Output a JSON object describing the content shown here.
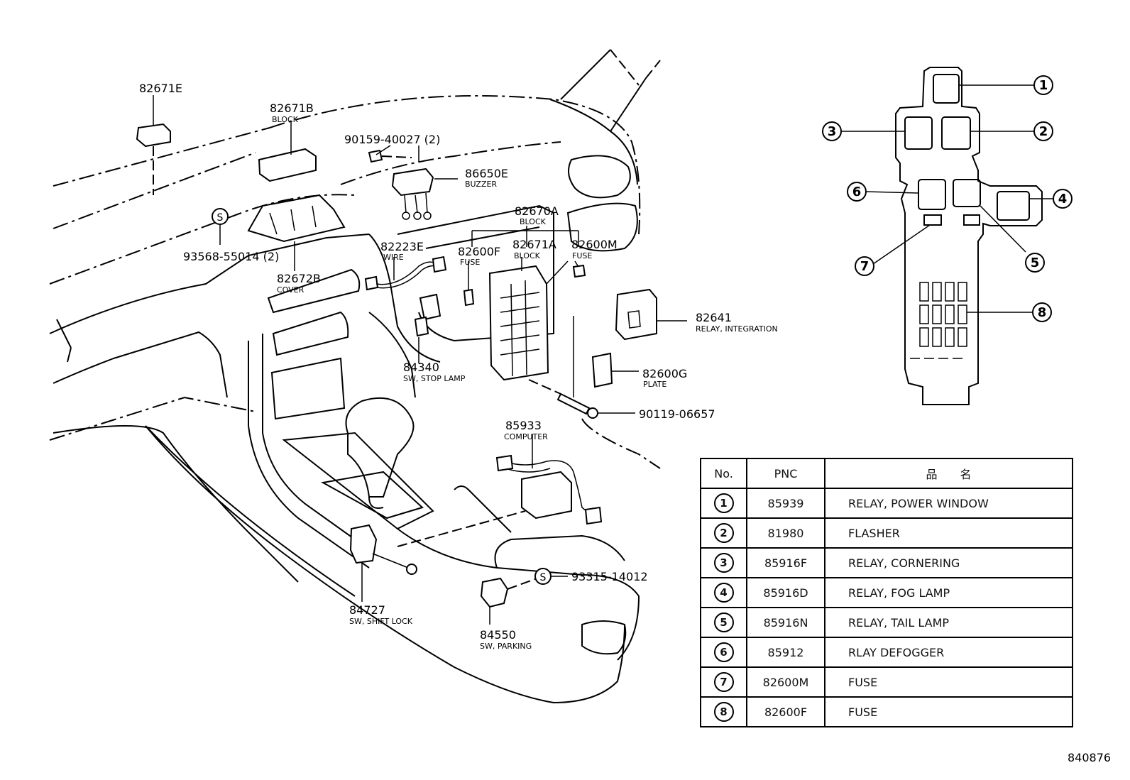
{
  "labels": {
    "p82671E": {
      "pnc": "82671E"
    },
    "p82671B": {
      "pnc": "82671B",
      "desc": "BLOCK"
    },
    "p90159": {
      "pnc": "90159-40027 (2)"
    },
    "p86650E": {
      "pnc": "86650E",
      "desc": "BUZZER"
    },
    "p93568": {
      "pnc": "93568-55014 (2)"
    },
    "p82672B": {
      "pnc": "82672B",
      "desc": "COVER"
    },
    "p82223E": {
      "pnc": "82223E",
      "desc": "WIRE"
    },
    "p82670A": {
      "pnc": "82670A",
      "desc": "BLOCK"
    },
    "p82600F": {
      "pnc": "82600F",
      "desc": "FUSE"
    },
    "p82671A": {
      "pnc": "82671A",
      "desc": "BLOCK"
    },
    "p82600M": {
      "pnc": "82600M",
      "desc": "FUSE"
    },
    "p82641": {
      "pnc": "82641",
      "desc": "RELAY, INTEGRATION"
    },
    "p84340": {
      "pnc": "84340",
      "desc": "SW, STOP LAMP"
    },
    "p82600G": {
      "pnc": "82600G",
      "desc": "PLATE"
    },
    "p90119": {
      "pnc": "90119-06657"
    },
    "p85933": {
      "pnc": "85933",
      "desc": "COMPUTER"
    },
    "p93315": {
      "pnc": "93315-14012"
    },
    "p84727": {
      "pnc": "84727",
      "desc": "SW, SHIFT LOCK"
    },
    "p84550": {
      "pnc": "84550",
      "desc": "SW, PARKING"
    },
    "s_symbol": "S"
  },
  "callouts": [
    "1",
    "2",
    "3",
    "4",
    "5",
    "6",
    "7",
    "8"
  ],
  "table": {
    "headers": {
      "no": "No.",
      "pnc": "PNC",
      "name": "品　　名"
    },
    "rows": [
      {
        "no": "1",
        "pnc": "85939",
        "name": "RELAY, POWER WINDOW"
      },
      {
        "no": "2",
        "pnc": "81980",
        "name": "FLASHER"
      },
      {
        "no": "3",
        "pnc": "85916F",
        "name": "RELAY, CORNERING"
      },
      {
        "no": "4",
        "pnc": "85916D",
        "name": "RELAY, FOG LAMP"
      },
      {
        "no": "5",
        "pnc": "85916N",
        "name": "RELAY, TAIL LAMP"
      },
      {
        "no": "6",
        "pnc": "85912",
        "name": "RLAY DEFOGGER"
      },
      {
        "no": "7",
        "pnc": "82600M",
        "name": "FUSE"
      },
      {
        "no": "8",
        "pnc": "82600F",
        "name": "FUSE"
      }
    ]
  },
  "reference_id": "840876"
}
